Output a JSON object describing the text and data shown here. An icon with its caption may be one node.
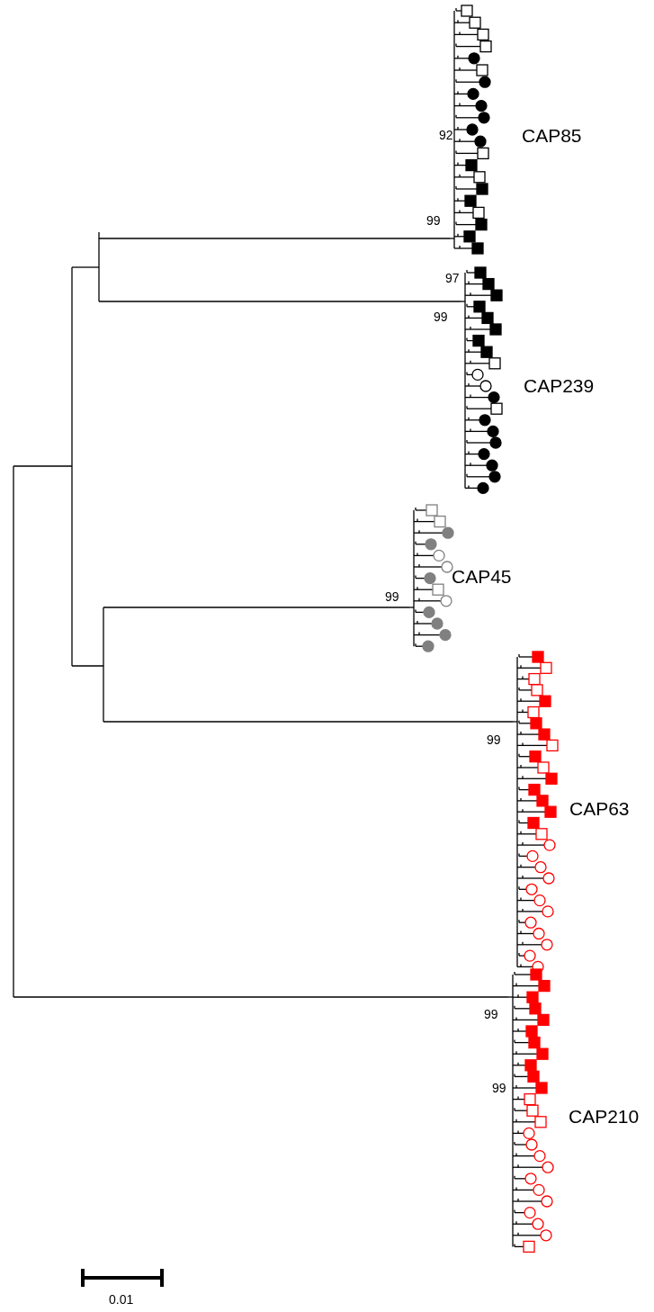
{
  "diagram": {
    "labels": [
      "92",
      "CAP85",
      "99",
      "97",
      "99",
      "CAP239",
      "CAP45",
      "99",
      "99",
      "CAP63",
      "99",
      "99",
      "CAP210",
      "0.01"
    ]
  }
}
